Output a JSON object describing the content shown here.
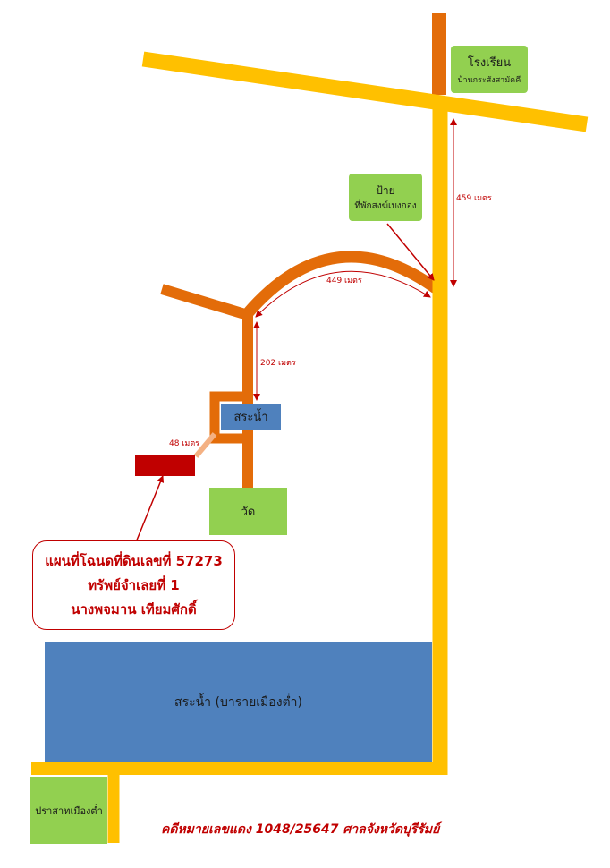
{
  "colors": {
    "main_road": "#ffc000",
    "local_road": "#e36c09",
    "landmark": "#92d050",
    "water": "#4f81bd",
    "land_plot": "#c00000",
    "access_path": "#f4b183",
    "annotation": "#c00000"
  },
  "landmarks": {
    "school_name": "โรงเรียน",
    "school_location": "บ้านกระสังสามัคคี",
    "sign_line1": "ป้าย",
    "sign_line2": "ที่พักสงฆ์เบงกอง",
    "pond_small": "สระน้ำ",
    "temple": "วัด",
    "pond_large": "สระน้ำ (บารายเมืองต่ำ)",
    "castle": "ปราสาทเมืองต่ำ"
  },
  "distances": {
    "d459": "459 เมตร",
    "d449": "449 เมตร",
    "d202": "202 เมตร",
    "d48": "48 เมตร"
  },
  "callout": {
    "line1": "แผนที่โฉนดที่ดินเลขที่ 57273",
    "line2": "ทรัพย์จำเลยที่ 1",
    "line3": "นางพจมาน  เทียมศักดิ์"
  },
  "caption": "คดีหมายเลขแดง 1048/25647  ศาลจังหวัดบุรีรัมย์"
}
